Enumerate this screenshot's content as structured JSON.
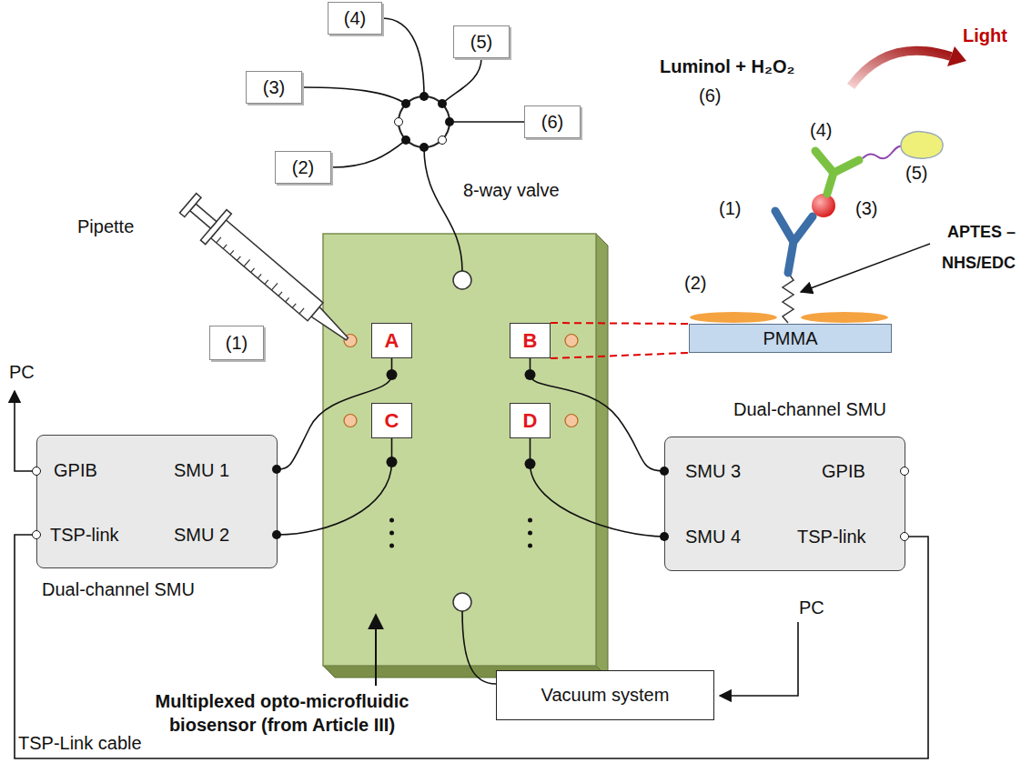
{
  "diagram": {
    "nodes": [
      {
        "text": [
          "(4)"
        ]
      },
      {
        "text": [
          "(5)"
        ]
      },
      {
        "text": [
          "(3)"
        ]
      },
      {
        "text": [
          "(6)"
        ]
      },
      {
        "text": [
          "(2)"
        ]
      },
      {
        "text": [
          "8-way valve"
        ]
      },
      {
        "text": [
          "Multiplexed opto-microfluidic biosensor (from Article III)"
        ]
      },
      {
        "text": [
          "A"
        ],
        "in": 6
      },
      {
        "text": [
          "B"
        ],
        "in": 6
      },
      {
        "text": [
          "C"
        ],
        "in": 6
      },
      {
        "text": [
          "D"
        ],
        "in": 6
      },
      {
        "text": [
          "(1)"
        ]
      },
      {
        "text": [
          "PMMA"
        ]
      },
      {
        "text": [
          "GPIB",
          "SMU 1",
          "TSP-link",
          "SMU 2",
          "Dual-channel SMU"
        ]
      },
      {
        "text": [
          "Dual-channel SMU",
          "SMU 3",
          "GPIB",
          "SMU 4",
          "TSP-link"
        ]
      },
      {
        "text": [
          "Vacuum system"
        ]
      }
    ],
    "edges": [
      {
        "from": 0,
        "to": 5,
        "arrow": "none"
      },
      {
        "from": 1,
        "to": 5,
        "arrow": "none"
      },
      {
        "from": 2,
        "to": 5,
        "arrow": "none"
      },
      {
        "from": 3,
        "to": 5,
        "arrow": "none"
      },
      {
        "from": 4,
        "to": 5,
        "arrow": "none"
      },
      {
        "from": 5,
        "to": 6,
        "arrow": "none"
      },
      {
        "from": 7,
        "to": 13,
        "arrow": "none"
      },
      {
        "from": 9,
        "to": 13,
        "arrow": "none"
      },
      {
        "from": 8,
        "to": 14,
        "arrow": "none"
      },
      {
        "from": 10,
        "to": 14,
        "arrow": "none"
      },
      {
        "from": 15,
        "to": 6,
        "arrow": "none"
      },
      {
        "from": 13,
        "to": 14,
        "label": "TSP-Link cable",
        "arrow": "none"
      },
      {
        "from": 8,
        "to": 12,
        "arrow": "none"
      }
    ],
    "labels": [
      "Pipette",
      "PC",
      "PC",
      "Luminol + H₂O₂",
      "(6)",
      "Light",
      "(4)",
      "(5)",
      "(1)",
      "(3)",
      "(2)",
      "APTES – NHS/EDC"
    ]
  }
}
